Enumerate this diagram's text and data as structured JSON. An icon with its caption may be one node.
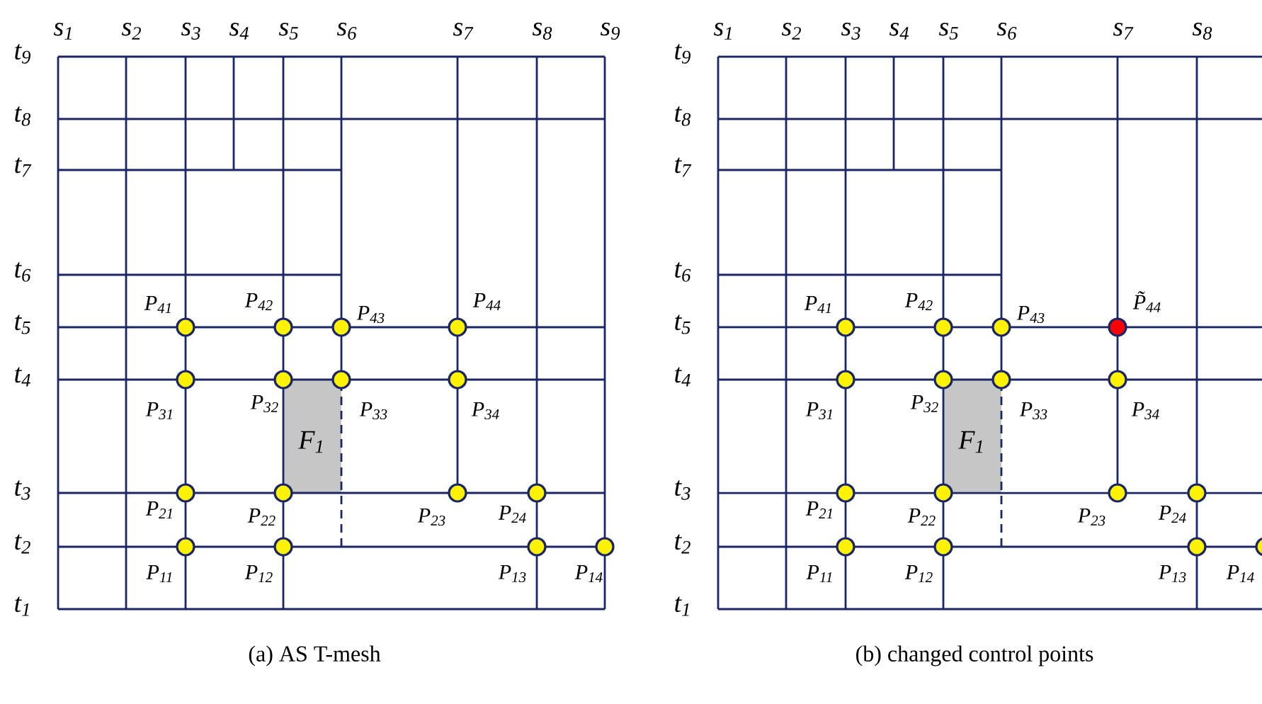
{
  "diagram": {
    "labels": [
      "s$_{1}$",
      "s$_{2}$",
      "s$_{3}$",
      "s$_{4}$",
      "s$_{5}$",
      "s$_{6}$",
      "s$_{7}$",
      "s$_{8}$",
      "s$_{9}$",
      "t$_{9}$",
      "t$_{8}$",
      "t$_{7}$",
      "t$_{6}$",
      "t$_{5}$",
      "t$_{4}$",
      "t$_{3}$",
      "t$_{2}$",
      "t$_{1}$",
      "P$_{41}$",
      "P$_{42}$",
      "P$_{43}$",
      "P$_{44}$",
      "P$_{31}$",
      "P$_{32}$",
      "P$_{33}$",
      "P$_{34}$",
      "F$_{1}$",
      "P$_{21}$",
      "P$_{22}$",
      "P$_{23}$",
      "P$_{24}$",
      "P$_{11}$",
      "P$_{12}$",
      "P$_{13}$",
      "P$_{14}$",
      "(a)  AS T-mesh",
      "s$_{1}$",
      "s$_{2}$",
      "s$_{3}$",
      "s$_{4}$",
      "s$_{5}$",
      "s$_{6}$",
      "s$_{7}$",
      "s$_{8}$",
      "t$_{9}$",
      "t$_{8}$",
      "t$_{7}$",
      "t$_{6}$",
      "t$_{5}$",
      "t$_{4}$",
      "t$_{3}$",
      "t$_{2}$",
      "t$_{1}$",
      "P$_{41}$",
      "P$_{42}$",
      "P$_{43}$",
      "P̃$_{44}$",
      "P$_{31}$",
      "P$_{32}$",
      "P$_{33}$",
      "P$_{34}$",
      "F$_{1}$",
      "P$_{21}$",
      "P$_{22}$",
      "P$_{23}$",
      "P$_{24}$",
      "P$_{11}$",
      "P$_{12}$",
      "P$_{13}$",
      "P$_{14}$",
      "(b)  changed control points"
    ]
  }
}
